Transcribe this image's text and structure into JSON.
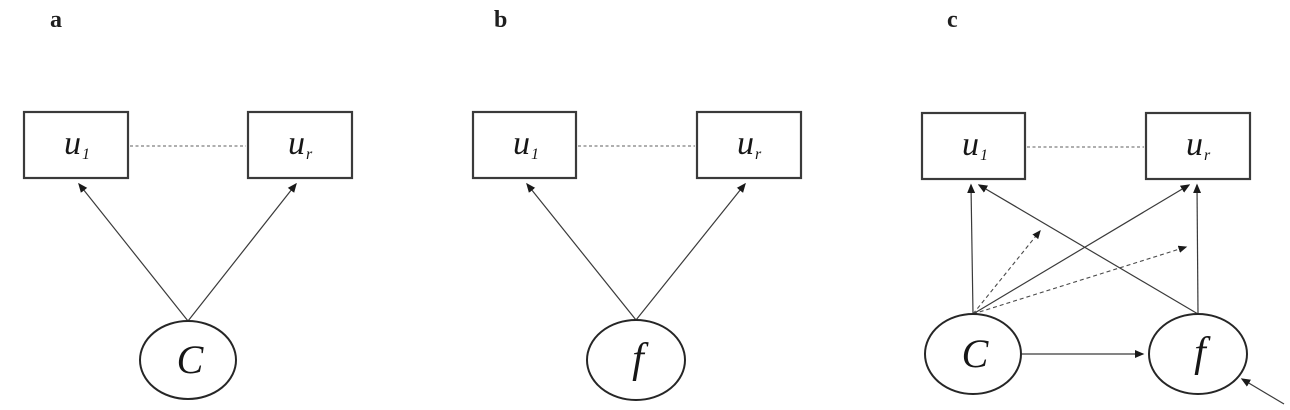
{
  "figure": {
    "background_color": "#ffffff",
    "line_color": "#3a3a3a",
    "dashed_color": "#7f7f7f",
    "text_color": "#161616",
    "panels": [
      {
        "label": "a",
        "nodes": {
          "u1": {
            "base": "u",
            "sub": "1",
            "type": "observed"
          },
          "ur": {
            "base": "u",
            "sub": "r",
            "type": "observed"
          },
          "latent1": {
            "label": "C",
            "type": "latent"
          }
        },
        "edges": [
          {
            "from": "C",
            "to": "u1",
            "style": "solid-arrow"
          },
          {
            "from": "C",
            "to": "ur",
            "style": "solid-arrow"
          },
          {
            "from": "u1",
            "to": "ur",
            "style": "dashed-connector"
          }
        ]
      },
      {
        "label": "b",
        "nodes": {
          "u1": {
            "base": "u",
            "sub": "1",
            "type": "observed"
          },
          "ur": {
            "base": "u",
            "sub": "r",
            "type": "observed"
          },
          "latent1": {
            "label": "f",
            "type": "latent"
          }
        },
        "edges": [
          {
            "from": "f",
            "to": "u1",
            "style": "solid-arrow"
          },
          {
            "from": "f",
            "to": "ur",
            "style": "solid-arrow"
          },
          {
            "from": "u1",
            "to": "ur",
            "style": "dashed-connector"
          }
        ]
      },
      {
        "label": "c",
        "nodes": {
          "u1": {
            "base": "u",
            "sub": "1",
            "type": "observed"
          },
          "ur": {
            "base": "u",
            "sub": "r",
            "type": "observed"
          },
          "latent1": {
            "label": "C",
            "type": "latent"
          },
          "latent2": {
            "label": "f",
            "type": "latent"
          }
        },
        "edges": [
          {
            "from": "C",
            "to": "u1",
            "style": "solid-arrow"
          },
          {
            "from": "C",
            "to": "ur",
            "style": "solid-arrow"
          },
          {
            "from": "f",
            "to": "u1",
            "style": "solid-arrow"
          },
          {
            "from": "f",
            "to": "ur",
            "style": "solid-arrow"
          },
          {
            "from": "C",
            "to": "toward-u1",
            "style": "dashed-arrow-truncated"
          },
          {
            "from": "C",
            "to": "toward-ur",
            "style": "dashed-arrow-truncated"
          },
          {
            "from": "C",
            "to": "f",
            "style": "solid-arrow"
          },
          {
            "from": "external-residual",
            "to": "f",
            "style": "solid-arrow"
          },
          {
            "from": "u1",
            "to": "ur",
            "style": "dashed-connector"
          }
        ]
      }
    ]
  }
}
